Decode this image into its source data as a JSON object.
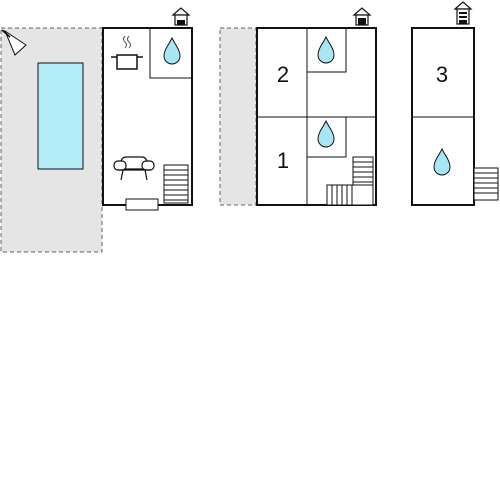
{
  "floors": [
    {
      "id": "ground",
      "rooms": []
    },
    {
      "id": "first",
      "rooms": [
        {
          "label": "2"
        },
        {
          "label": "1"
        }
      ]
    },
    {
      "id": "second",
      "rooms": [
        {
          "label": "3"
        }
      ]
    }
  ],
  "icons": {
    "entrance": "house-entrance-icon",
    "terrace": "terrace-area",
    "pool": "swimming-pool",
    "parasol": "parasol-icon",
    "kitchen": "kitchen-pot-icon",
    "sofa": "sofa-icon",
    "bathroom": "water-drop-icon",
    "stairs": "stairs-icon"
  },
  "colors": {
    "wall": "#111111",
    "terrace": "#e5e5e5",
    "pool": "#b3ecf7",
    "water": "#a9e6f5",
    "dashed": "#666666"
  }
}
